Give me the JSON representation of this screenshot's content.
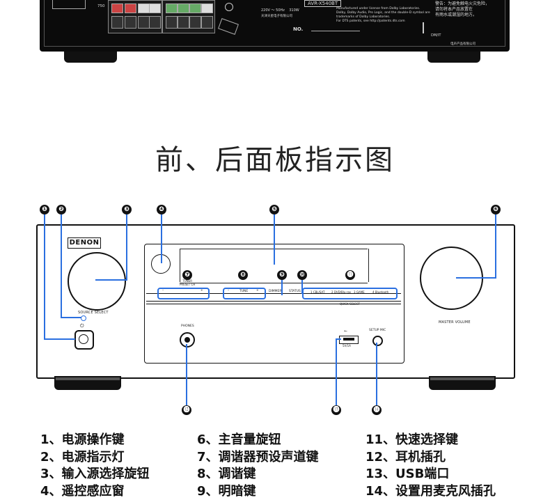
{
  "title": "前、后面板指示图",
  "rear_panel": {
    "model_box": "AVR-X540BT",
    "voltage": "220V ～ 50Hz    310W",
    "manufacturer_small": "天津天星电子有限公司",
    "license_text": "Manufactured under license from Dolby Laboratories.\nDolby, Dolby Audio, Pro Logic, and the double-D symbol are\ntrademarks of Dolby Laboratories.\nFor DTS patents, see http://patents.dts.com",
    "warning_text": "警告：为避免触电火灾危险，\n请勿将本产品放置在\n有雨水或潮湿的地方。",
    "no_label": "NO.",
    "dmit_label": "DM/IT",
    "brand_small": "电声产品有限公司",
    "side_num": "750"
  },
  "front_panel": {
    "logo": "DENON",
    "source_select_label": "SOURCE SELECT",
    "master_volume_label": "MASTER VOLUME",
    "tuner_label": "TUNER\nPRESET CH",
    "tune_label": "TUNE",
    "dimmer_label": "DIMMER",
    "status_label": "STATUS",
    "quick_select_label": "QUICK SELECT",
    "qs1": "1  CBL/SAT",
    "qs2": "2  DVD/Blu-ray",
    "qs3": "3  GAME",
    "qs4": "4  Bluetooth",
    "phones_label": "PHONES",
    "usb_label": "5V/1A",
    "setup_mic_label": "SETUP MIC",
    "minus": "–",
    "plus": "+"
  },
  "callouts": [
    "❶",
    "❷",
    "❸",
    "❹",
    "❺",
    "❻",
    "❼",
    "❽",
    "❾",
    "❿",
    "⓫",
    "⓬",
    "⓭",
    "⓮"
  ],
  "legend": {
    "col1": [
      "1、电源操作键",
      "2、电源指示灯",
      "3、输入源选择旋钮",
      "4、遥控感应窗"
    ],
    "col2": [
      "6、主音量旋钮",
      "7、调谐器预设声道键",
      "8、调谐键",
      "9、明暗键"
    ],
    "col3": [
      "11、快速选择键",
      "12、耳机插孔",
      "13、USB端口",
      "14、设置用麦克风插孔"
    ]
  },
  "colors": {
    "callout_line": "#2a6fe0",
    "body": "#111111"
  }
}
